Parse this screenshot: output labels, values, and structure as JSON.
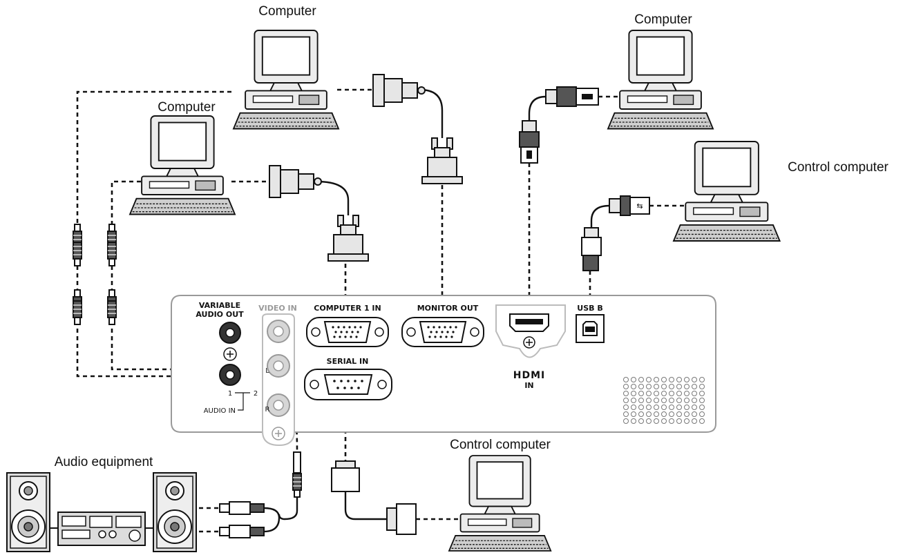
{
  "labels": {
    "computer_top": "Computer",
    "computer_mid": "Computer",
    "computer_right": "Computer",
    "control_computer_right": "Control computer",
    "control_computer_bottom": "Control computer",
    "audio_equipment": "Audio equipment"
  },
  "panel": {
    "variable_audio_out_line1": "VARIABLE",
    "variable_audio_out_line2": "AUDIO OUT",
    "video_in": "VIDEO IN",
    "computer1_in": "COMPUTER 1 IN",
    "monitor_out": "MONITOR OUT",
    "usb_b": "USB B",
    "serial_in": "SERIAL IN",
    "hdmi_logo": "HDMI",
    "hdmi_in": "IN",
    "audio_in": "AUDIO IN",
    "audio_in_1": "1",
    "audio_in_2": "2",
    "l": "L",
    "r": "R"
  }
}
